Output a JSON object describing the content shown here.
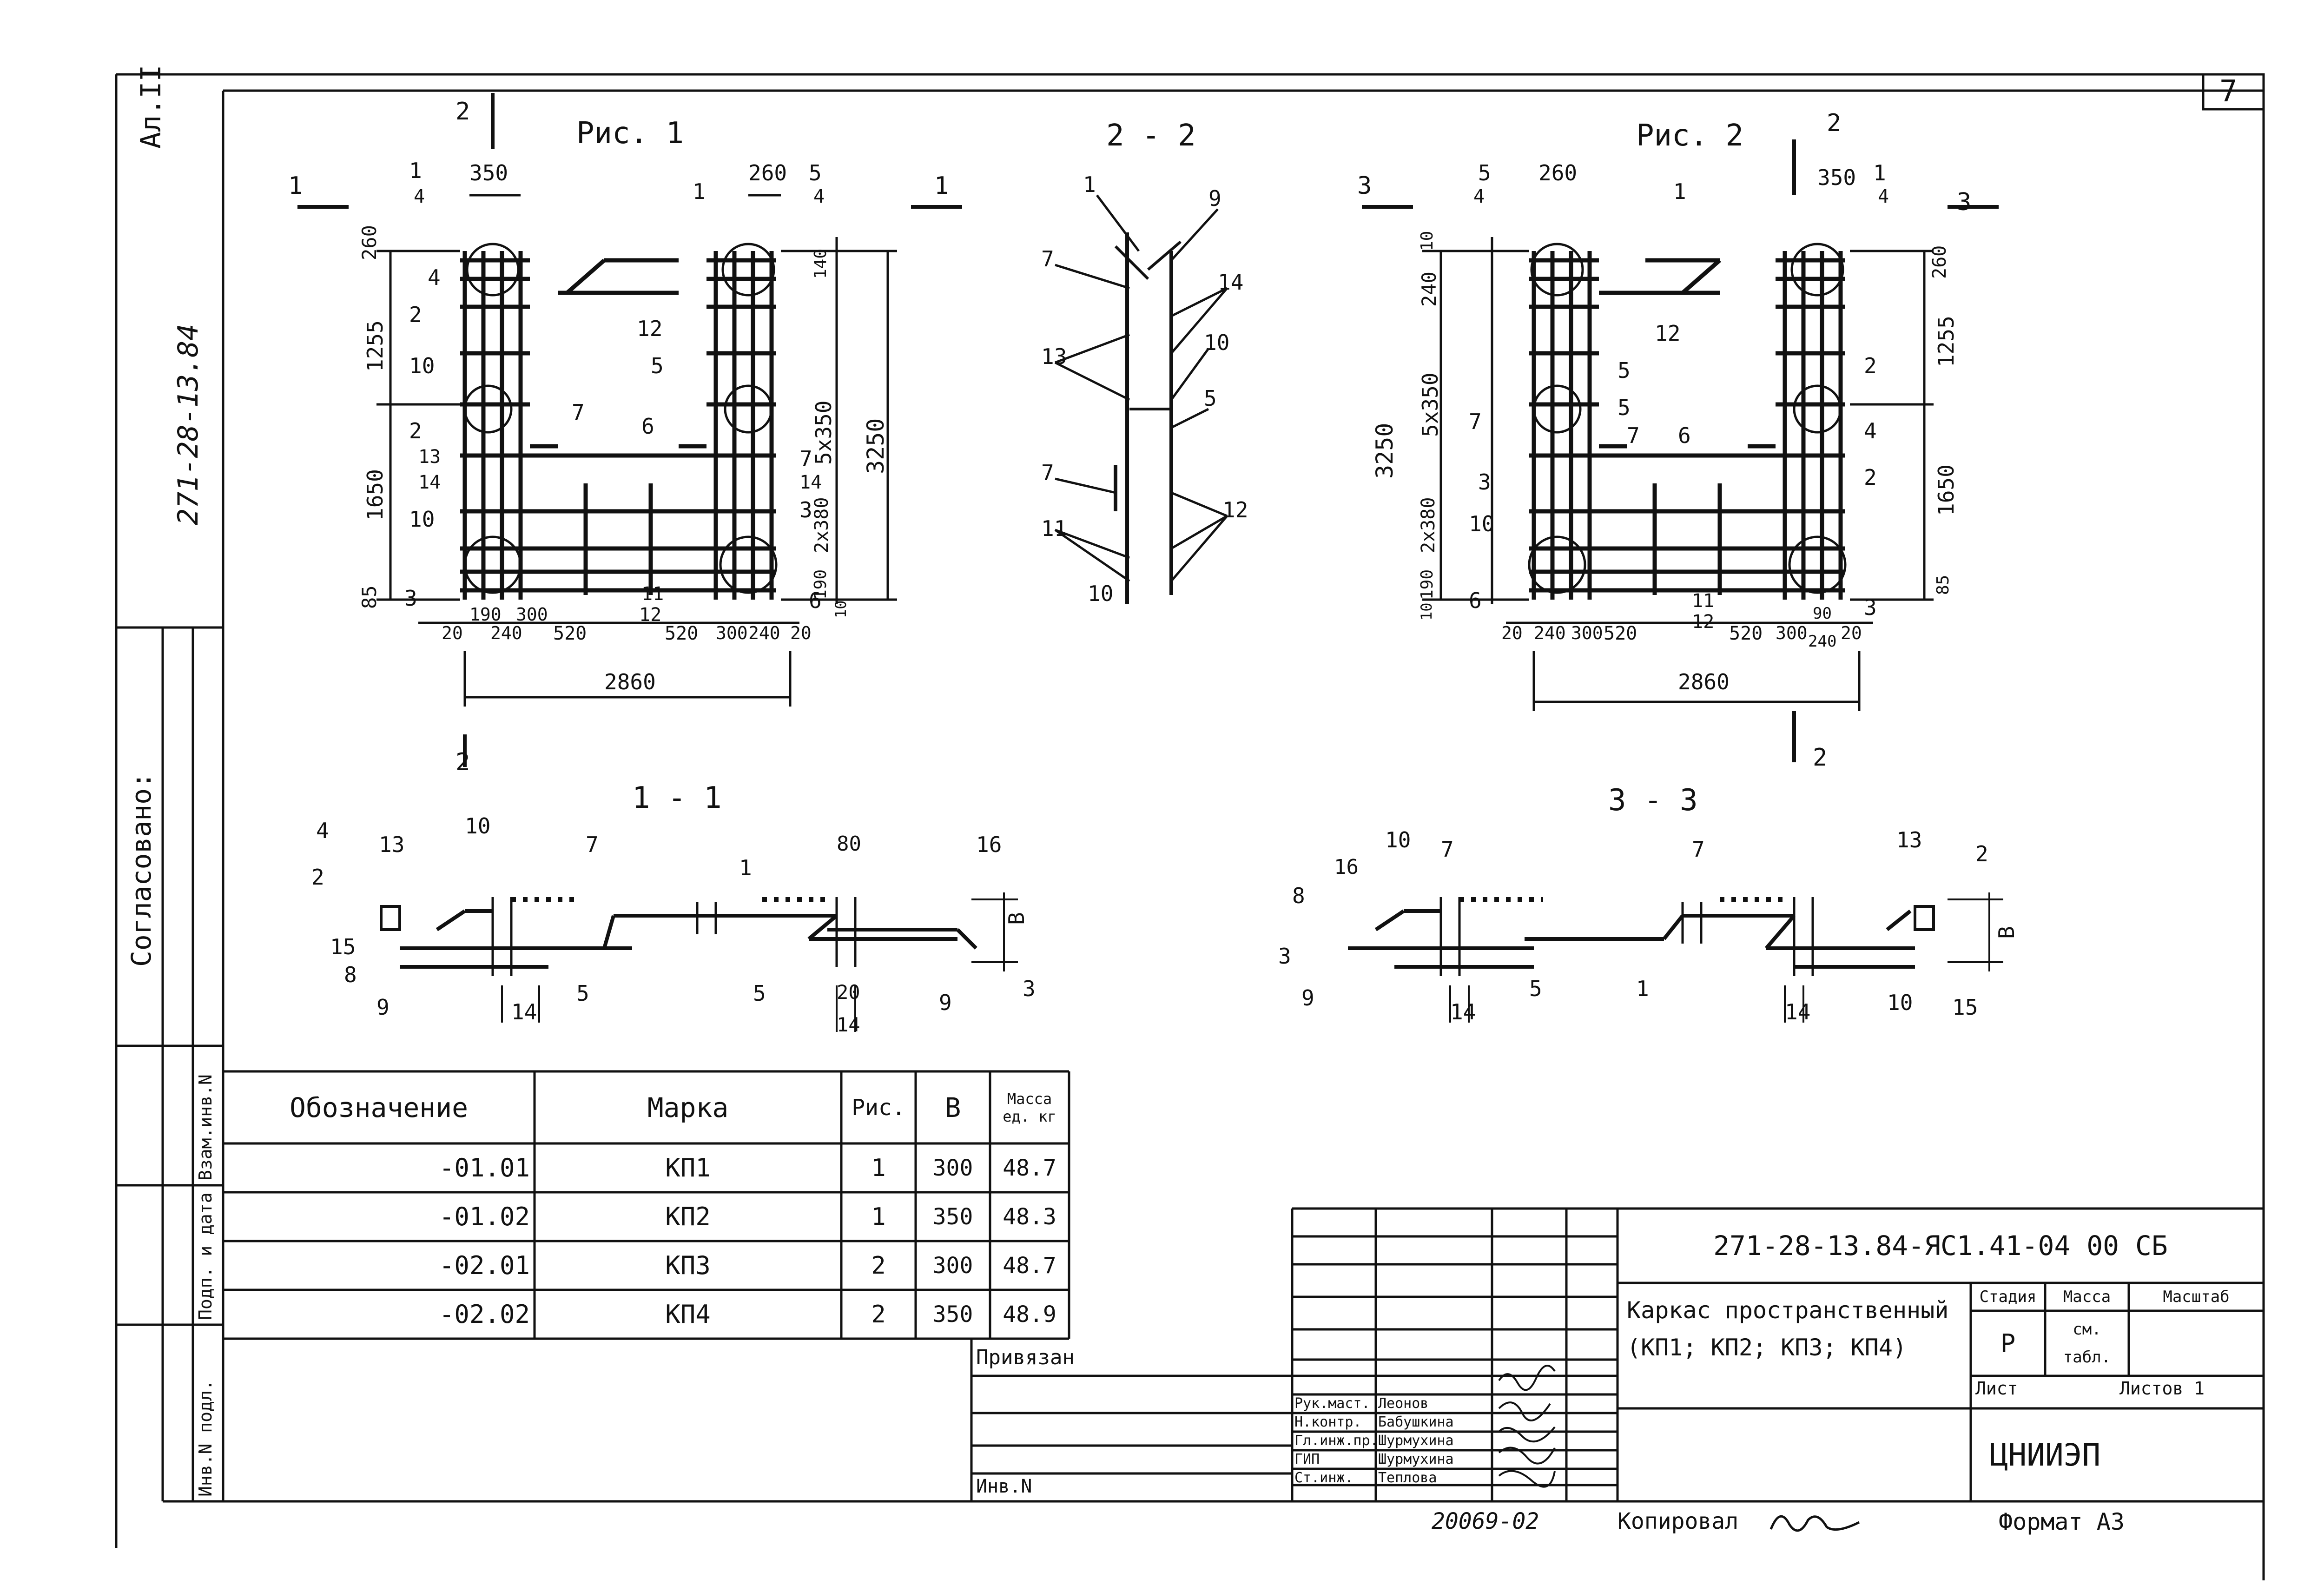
{
  "sheet_number": "7",
  "side_code": "271-28-13.84",
  "side_album": "Ал.II",
  "side_agreed": "Согласовано:",
  "side_labels": [
    "Взам.инв.N",
    "Подп. и дата",
    "Инв.N подл."
  ],
  "figures": {
    "fig1": {
      "title": "Рис. 1",
      "dims": [
        "350",
        "260",
        "260",
        "1255",
        "1650",
        "85",
        "5x350",
        "3250",
        "2x380",
        "190",
        "10",
        "140",
        "20",
        "190",
        "240",
        "300",
        "520",
        "520",
        "300",
        "240",
        "20",
        "2860"
      ],
      "callouts": [
        "1",
        "2",
        "3",
        "4",
        "5",
        "6",
        "7",
        "8",
        "9",
        "10",
        "11",
        "12",
        "13",
        "14",
        "15",
        "16"
      ],
      "section_marks": [
        "1",
        "1",
        "2"
      ]
    },
    "fig2": {
      "title": "Рис. 2",
      "dims": [
        "260",
        "350",
        "10",
        "240",
        "5x350",
        "3250",
        "2x380",
        "190",
        "10",
        "260",
        "1255",
        "1650",
        "85",
        "20",
        "240",
        "300",
        "520",
        "520",
        "300",
        "240",
        "90",
        "20",
        "2860"
      ],
      "section_marks": [
        "3",
        "3",
        "2",
        "2"
      ]
    },
    "sec22": {
      "title": "2 - 2"
    },
    "sec11": {
      "title": "1 - 1",
      "dims": [
        "80",
        "20",
        "14"
      ],
      "b_label": "В"
    },
    "sec33": {
      "title": "3 - 3",
      "b_label": "В"
    }
  },
  "spec_table": {
    "headers": [
      "Обозначение",
      "Марка",
      "Рис.",
      "В",
      "Масса ед. кг"
    ],
    "rows": [
      [
        "-01.01",
        "КП1",
        "1",
        "300",
        "48.7"
      ],
      [
        "-01.02",
        "КП2",
        "1",
        "350",
        "48.3"
      ],
      [
        "-02.01",
        "КП3",
        "2",
        "300",
        "48.7"
      ],
      [
        "-02.02",
        "КП4",
        "2",
        "350",
        "48.9"
      ]
    ]
  },
  "title_block": {
    "doc_code": "271-28-13.84-ЯС1.41-04 00 СБ",
    "title_line1": "Каркас пространственный",
    "title_line2": "(КП1; КП2; КП3; КП4)",
    "stage_header": "Стадия",
    "mass_header": "Масса",
    "scale_header": "Масштаб",
    "stage_value": "Р",
    "mass_value_1": "см.",
    "mass_value_2": "табл.",
    "sheet_label": "Лист",
    "sheets_label": "Листов 1",
    "org": "ЦНИИЭП",
    "tied_label": "Привязан",
    "inv_label": "Инв.N",
    "roles": [
      "Рук.маст.",
      "Н.контр.",
      "Гл.инж.пр.",
      "ГИП",
      "Ст.инж."
    ],
    "names": [
      "Леонов",
      "Бабушкина",
      "Шурмухина",
      "Шурмухина",
      "Теплова"
    ]
  },
  "footer": {
    "number": "20069-02",
    "copied": "Копировал",
    "format": "Формат А3"
  }
}
